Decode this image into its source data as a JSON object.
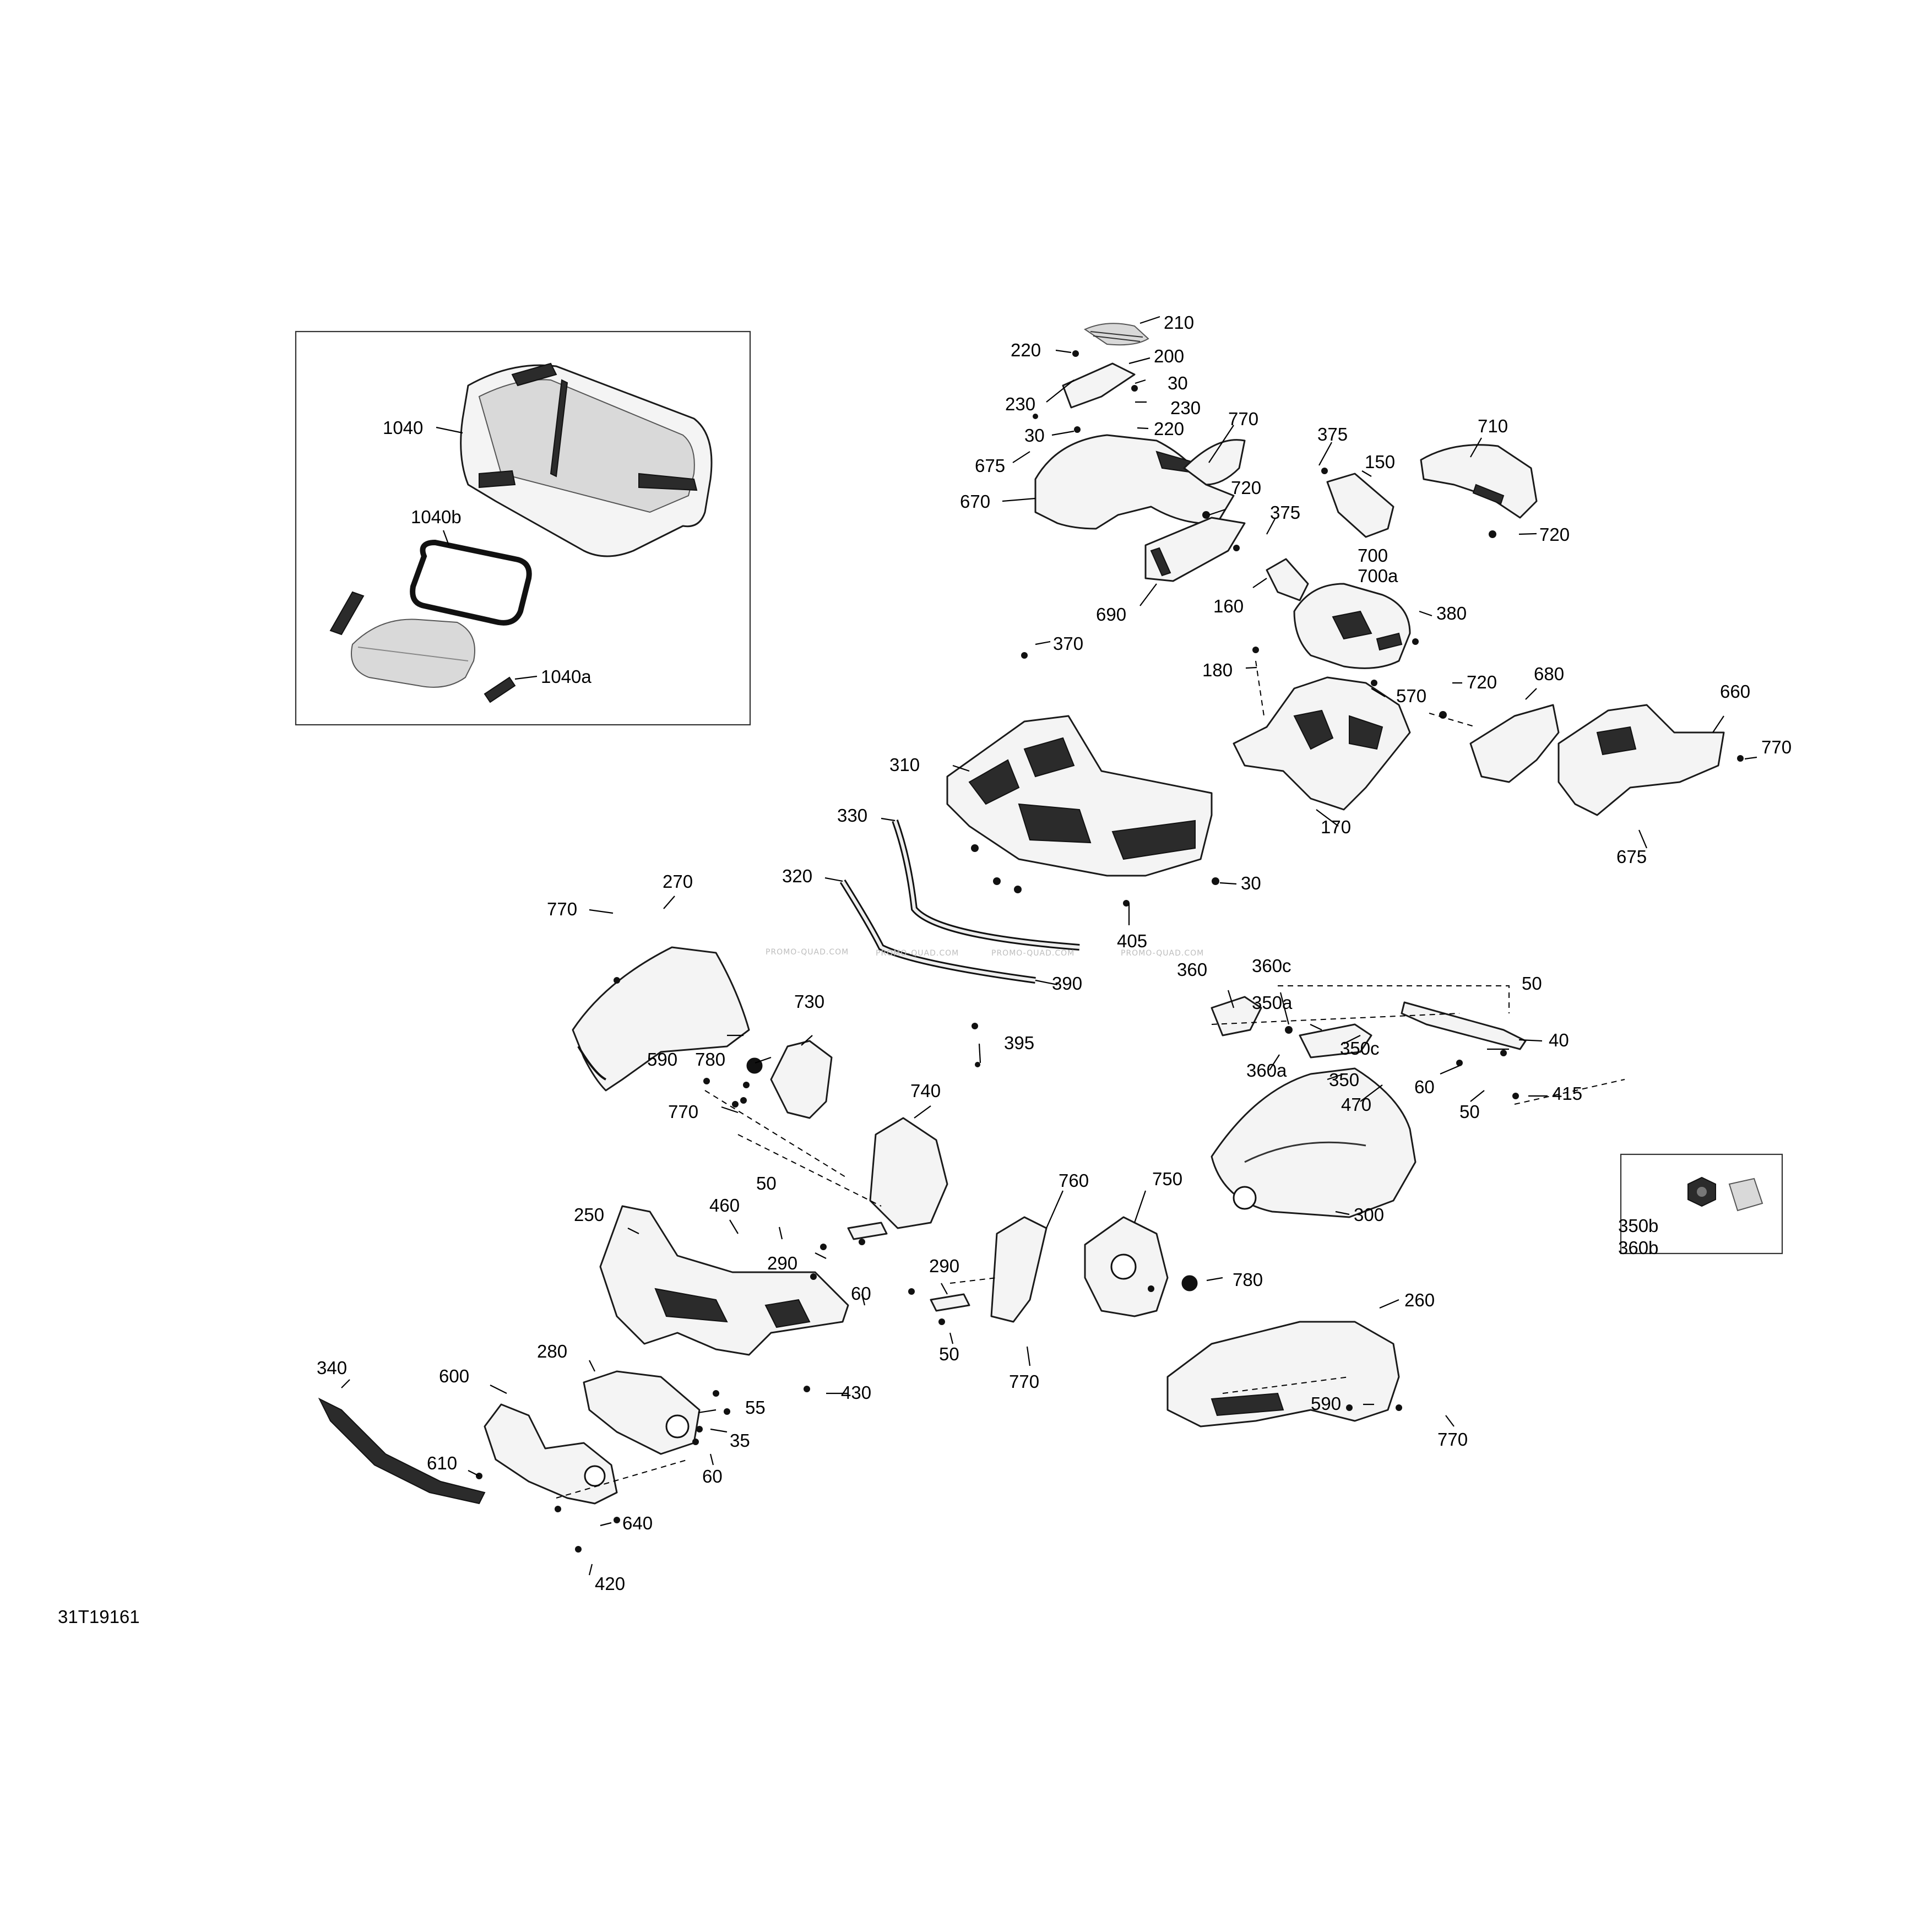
{
  "figure_code": "31T19161",
  "watermark": "PROMO-QUAD.COM",
  "colors": {
    "line": "#000000",
    "part_fill": "#f4f4f4",
    "part_dark": "#2b2b2b",
    "background": "#ffffff"
  },
  "callouts": {
    "c1040": "1040",
    "c1040b": "1040b",
    "c1040a": "1040a",
    "c210": "210",
    "c220a": "220",
    "c200": "200",
    "c30a": "30",
    "c230a": "230",
    "c230b": "230",
    "c220b": "220",
    "c770a": "770",
    "c30b": "30",
    "c675a": "675",
    "c670": "670",
    "c720a": "720",
    "c690": "690",
    "c375a": "375",
    "c150": "150",
    "c375b": "375",
    "c710": "710",
    "c720b": "720",
    "c700": "700",
    "c700a": "700a",
    "c160": "160",
    "c380": "380",
    "c370": "370",
    "c180": "180",
    "c570": "570",
    "c720c": "720",
    "c680": "680",
    "c660": "660",
    "c770b": "770",
    "c310": "310",
    "c170": "170",
    "c675b": "675",
    "c330": "330",
    "c30c": "30",
    "c320": "320",
    "c405": "405",
    "c270": "270",
    "c770c": "770",
    "c390": "390",
    "c730": "730",
    "c360": "360",
    "c360c": "360c",
    "c350a": "350a",
    "c50a": "50",
    "c40": "40",
    "c395": "395",
    "c590a": "590",
    "c780a": "780",
    "c350c": "350c",
    "c360a": "360a",
    "c350": "350",
    "c60a": "60",
    "c415": "415",
    "c470": "470",
    "c50b": "50",
    "c770d": "770",
    "c740": "740",
    "c300": "300",
    "c350b": "350b",
    "c360b": "360b",
    "c760": "760",
    "c750": "750",
    "c50c": "50",
    "c460": "460",
    "c250": "250",
    "c290a": "290",
    "c780b": "780",
    "c290b": "290",
    "c60b": "60",
    "c260": "260",
    "c50d": "50",
    "c340": "340",
    "c600": "600",
    "c280": "280",
    "c430": "430",
    "c770e": "770",
    "c55": "55",
    "c35": "35",
    "c590b": "590",
    "c770f": "770",
    "c610": "610",
    "c60c": "60",
    "c640": "640",
    "c420": "420"
  }
}
